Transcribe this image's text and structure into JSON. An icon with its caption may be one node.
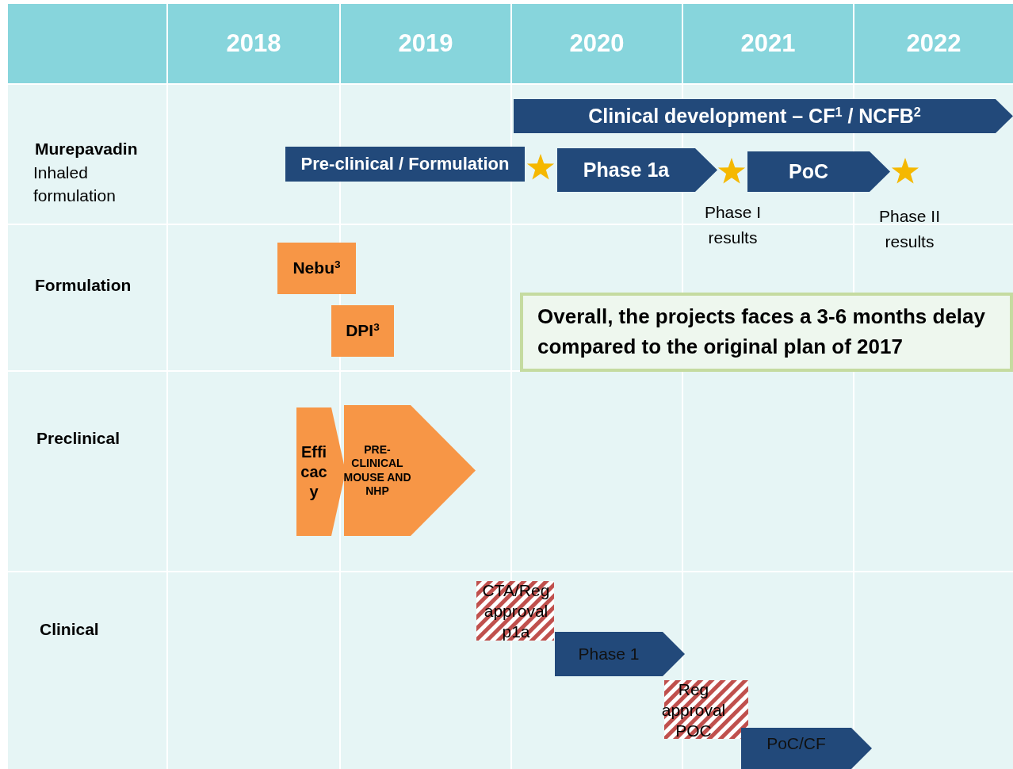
{
  "diagram": {
    "nodes": [
      {
        "text": [
          "Clinical development – CF$^{1}$ / NCFB$^{2}$"
        ]
      },
      {
        "text": [
          "Pre-clinical / Formulation"
        ]
      },
      {
        "text": [],
        "shape": "star"
      },
      {
        "text": [
          "Phase 1a"
        ]
      },
      {
        "text": [],
        "shape": "star",
        "beside": [
          "Phase I results"
        ]
      },
      {
        "text": [
          "PoC"
        ]
      },
      {
        "text": [],
        "shape": "star",
        "beside": [
          "Phase II results"
        ]
      },
      {
        "text": [
          "Nebu$^{3}$"
        ]
      },
      {
        "text": [
          "DPI$^{3}$"
        ]
      },
      {
        "text": [
          "Overall, the projects faces a 3-6 months delay compared to the original plan of 2017"
        ]
      },
      {
        "text": [
          "Efficacy"
        ]
      },
      {
        "text": [
          "PRE-CLINICAL MOUSE AND NHP"
        ]
      },
      {
        "text": [
          "CTA/Reg approval p1a"
        ]
      },
      {
        "text": [
          "Phase 1"
        ]
      },
      {
        "text": [
          "Reg approval POC"
        ]
      },
      {
        "text": [
          "PoC/CF"
        ]
      }
    ],
    "labels": [
      "2018",
      "2019",
      "2020",
      "2021",
      "2022",
      "Murepavadin",
      "Inhaled formulation",
      "Formulation",
      "Preclinical",
      "Clinical"
    ]
  }
}
